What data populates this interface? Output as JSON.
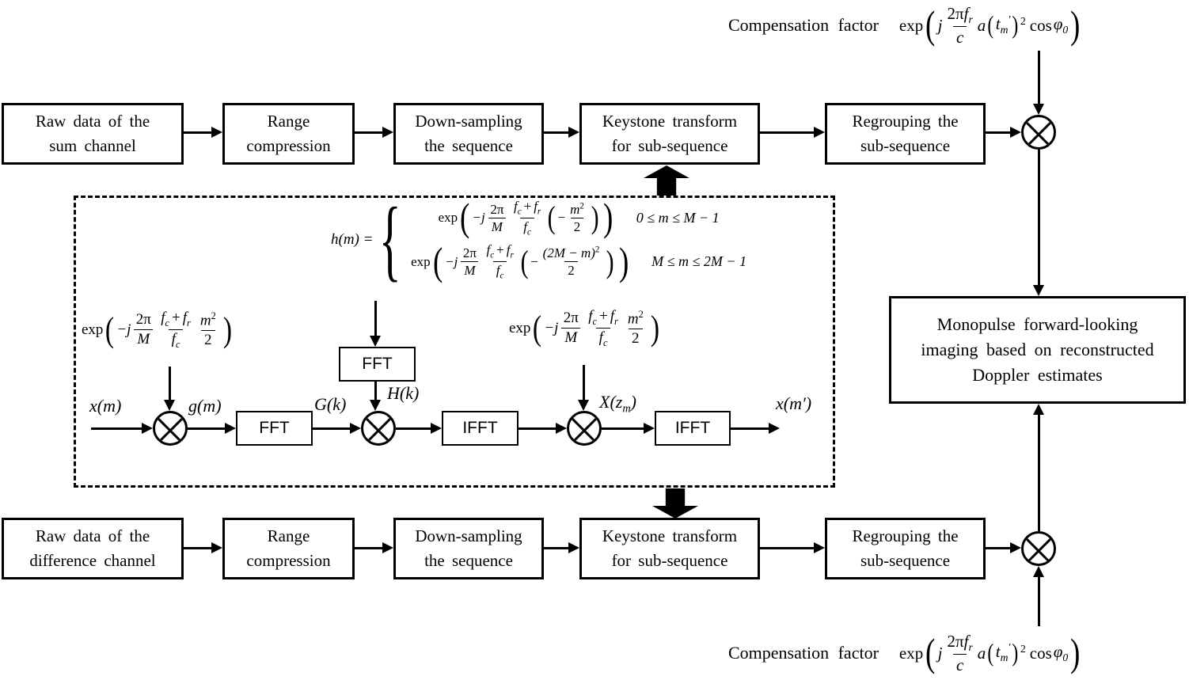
{
  "boxes": {
    "raw_sum": {
      "line1": "Raw data of the",
      "line2": "sum channel"
    },
    "range_top": {
      "line1": "Range",
      "line2": "compression"
    },
    "down_top": {
      "line1": "Down-sampling",
      "line2": "the sequence"
    },
    "keystone_top": {
      "line1": "Keystone transform",
      "line2": "for sub-sequence"
    },
    "regroup_top": {
      "line1": "Regrouping the",
      "line2": "sub-sequence"
    },
    "raw_diff": {
      "line1": "Raw data of the",
      "line2": "difference channel"
    },
    "range_bot": {
      "line1": "Range",
      "line2": "compression"
    },
    "down_bot": {
      "line1": "Down-sampling",
      "line2": "the sequence"
    },
    "keystone_bot": {
      "line1": "Keystone transform",
      "line2": "for sub-sequence"
    },
    "regroup_bot": {
      "line1": "Regrouping the",
      "line2": "sub-sequence"
    },
    "monopulse": {
      "line1": "Monopulse forward-looking",
      "line2": "imaging based on reconstructed",
      "line3": "Doppler estimates"
    }
  },
  "compensation_top": {
    "label": "Compensation factor"
  },
  "compensation_bottom": {
    "label": "Compensation factor"
  },
  "formulas": {
    "comp": {
      "exp": "exp",
      "j": "j",
      "f_num_a": "2π",
      "f_num_b": "f",
      "f_num_sub": "r",
      "f_den": "c",
      "a": "a",
      "t": "t",
      "t_sub": "m",
      "prime": "′",
      "power": "2",
      "cos": "cos",
      "phi": "φ",
      "phi_sub": "0"
    },
    "exp_factor": {
      "exp": "exp",
      "minus_j": "−j",
      "f1_num": "2π",
      "f1_den": "M",
      "f2_num_a": "f",
      "f2_num_a_sub": "c",
      "f2_plus": "+",
      "f2_num_b": "f",
      "f2_num_b_sub": "r",
      "f2_den": "f",
      "f2_den_sub": "c",
      "f3_num": "m",
      "f3_sup": "2",
      "f3_den": "2"
    },
    "h": {
      "lhs": "h(m) =",
      "row1": {
        "exp": "exp",
        "minus_j": "−j",
        "f1_num": "2π",
        "f1_den": "M",
        "f2_num_a": "f",
        "f2_num_a_sub": "c",
        "f2_plus": "+",
        "f2_num_b": "f",
        "f2_num_b_sub": "r",
        "f2_den": "f",
        "f2_den_sub": "c",
        "minus": "−",
        "f3_num": "m",
        "f3_sup": "2",
        "f3_den": "2",
        "cond": "0 ≤ m ≤ M − 1"
      },
      "row2": {
        "exp": "exp",
        "minus_j": "−j",
        "f1_num": "2π",
        "f1_den": "M",
        "f2_num_a": "f",
        "f2_num_a_sub": "c",
        "f2_plus": "+",
        "f2_num_b": "f",
        "f2_num_b_sub": "r",
        "f2_den": "f",
        "f2_den_sub": "c",
        "minus": "−",
        "f3_num": "(2M − m)",
        "f3_sup": "2",
        "f3_den": "2",
        "cond": "M ≤ m ≤ 2M − 1"
      }
    }
  },
  "flow": {
    "x_in": "x(m)",
    "g": "g(m)",
    "G": "G(k)",
    "H": "H(k)",
    "X_pre": "X(z",
    "X_sub": "m",
    "X_post": ")",
    "x_out": "x(m′)",
    "fft_vertical": "FFT",
    "fft_main": "FFT",
    "ifft_1": "IFFT",
    "ifft_2": "IFFT"
  }
}
